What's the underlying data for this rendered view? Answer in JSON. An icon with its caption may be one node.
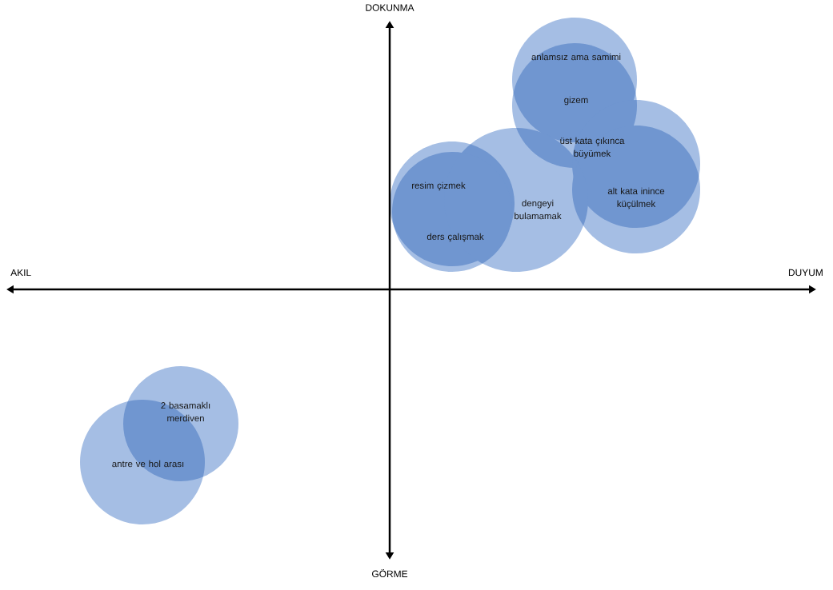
{
  "diagram": {
    "nodes": [
      {
        "text": [
          "anlamsız ama samimi"
        ]
      },
      {
        "text": [
          "gizem"
        ]
      },
      {
        "text": [
          "üst kata çıkınca büyümek"
        ]
      },
      {
        "text": [
          "resim çizmek"
        ]
      },
      {
        "text": [
          "alt kata inince küçülmek"
        ]
      },
      {
        "text": [
          "dengeyi bulamamak"
        ]
      },
      {
        "text": [
          "ders çalışmak"
        ]
      },
      {
        "text": [
          "2 basamaklı merdiven"
        ]
      },
      {
        "text": [
          "antre ve hol arası"
        ]
      }
    ],
    "labels": [
      "DOKUNMA",
      "AKIL",
      "DUYUM",
      "GÖRME"
    ]
  }
}
